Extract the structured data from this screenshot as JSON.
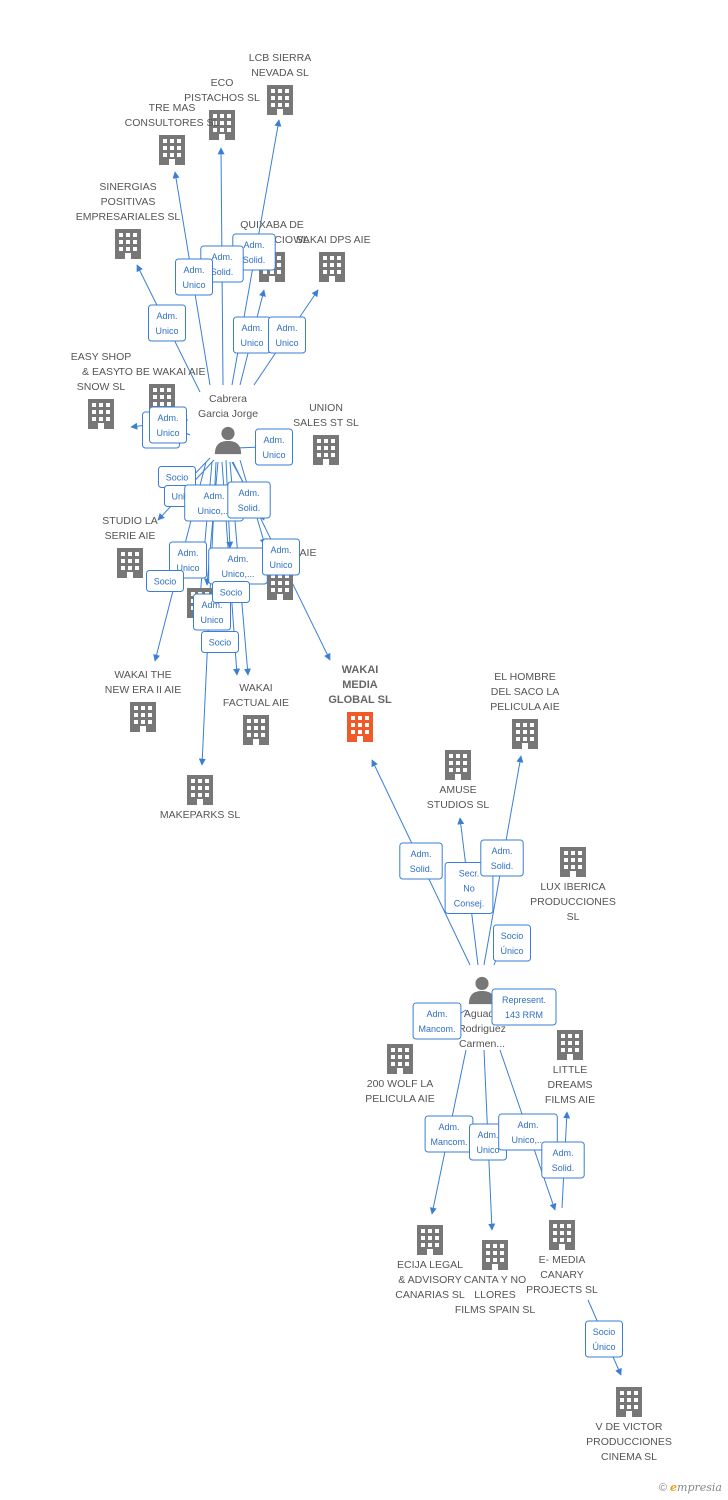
{
  "colors": {
    "edge": "#3a7fd5",
    "building": "#777777",
    "focus": "#f05a28",
    "person": "#777777"
  },
  "brand": {
    "copyright": "©",
    "initial": "e",
    "rest": "mpresia"
  },
  "nodes": [
    {
      "id": "lcb",
      "type": "company",
      "label": [
        "LCB SIERRA",
        "NEVADA  SL"
      ]
    },
    {
      "id": "eco",
      "type": "company",
      "label": [
        "ECO",
        "PISTACHOS  SL"
      ]
    },
    {
      "id": "tremas",
      "type": "company",
      "label": [
        "TRE MAS",
        "CONSULTORES SL"
      ]
    },
    {
      "id": "sinergias",
      "type": "company",
      "label": [
        "SINERGIAS",
        "POSITIVAS",
        "EMPRESARIALES SL"
      ]
    },
    {
      "id": "quixaba",
      "type": "company",
      "label": [
        "QUIXABA DE",
        "COMERCIO SL"
      ]
    },
    {
      "id": "wakaidps",
      "type": "company",
      "label": [
        "WAKAI DPS AIE"
      ]
    },
    {
      "id": "easyshop",
      "type": "company",
      "label": [
        "EASY SHOP",
        "& EASY",
        "SNOW SL"
      ]
    },
    {
      "id": "tobewakai",
      "type": "company",
      "label": [
        "TO BE WAKAI AIE"
      ]
    },
    {
      "id": "cabrera",
      "type": "person",
      "label": [
        "Cabrera",
        "Garcia Jorge"
      ]
    },
    {
      "id": "unionsales",
      "type": "company",
      "label": [
        "UNION",
        "SALES ST SL"
      ]
    },
    {
      "id": "studiola",
      "type": "company",
      "label": [
        "STUDIO LA",
        "SERIE AIE"
      ]
    },
    {
      "id": "hiddenaie",
      "type": "company",
      "label": [
        "AIE"
      ]
    },
    {
      "id": "hidden2",
      "type": "company",
      "label": []
    },
    {
      "id": "wakainewera",
      "type": "company",
      "label": [
        "WAKAI THE",
        "NEW ERA II AIE"
      ]
    },
    {
      "id": "wakaifactual",
      "type": "company",
      "label": [
        "WAKAI",
        "FACTUAL AIE"
      ]
    },
    {
      "id": "wakaimedia",
      "type": "focus",
      "label": [
        "WAKAI",
        "MEDIA",
        "GLOBAL  SL"
      ]
    },
    {
      "id": "makeparks",
      "type": "company",
      "label": [
        "MAKEPARKS  SL"
      ]
    },
    {
      "id": "elhombre",
      "type": "company",
      "label": [
        "EL HOMBRE",
        "DEL SACO LA",
        "PELICULA AIE"
      ]
    },
    {
      "id": "amuse",
      "type": "company",
      "label": [
        "AMUSE",
        "STUDIOS  SL"
      ]
    },
    {
      "id": "luxiberica",
      "type": "company",
      "label": [
        "LUX IBERICA",
        "PRODUCCIONES",
        "SL"
      ]
    },
    {
      "id": "aguado",
      "type": "person",
      "label": [
        "Aguado",
        "Rodriguez",
        "Carmen..."
      ]
    },
    {
      "id": "wolf",
      "type": "company",
      "label": [
        "200 WOLF LA",
        "PELICULA AIE"
      ]
    },
    {
      "id": "littledreams",
      "type": "company",
      "label": [
        "LITTLE",
        "DREAMS",
        "FILMS  AIE"
      ]
    },
    {
      "id": "ecija",
      "type": "company",
      "label": [
        "ECIJA LEGAL",
        "& ADVISORY",
        "CANARIAS  SL"
      ]
    },
    {
      "id": "canta",
      "type": "company",
      "label": [
        "CANTA Y NO",
        "LLORES",
        "FILMS SPAIN  SL"
      ]
    },
    {
      "id": "emedia",
      "type": "company",
      "label": [
        "E- MEDIA",
        "CANARY",
        "PROJECTS  SL"
      ]
    },
    {
      "id": "vdevictor",
      "type": "company",
      "label": [
        "V DE VICTOR",
        "PRODUCCIONES",
        "CINEMA  SL"
      ]
    }
  ],
  "edges": [
    {
      "from": "cabrera",
      "to": "lcb",
      "label": [
        "Adm.",
        "Solid."
      ]
    },
    {
      "from": "cabrera",
      "to": "eco",
      "label": [
        "Adm.",
        "Solid."
      ]
    },
    {
      "from": "cabrera",
      "to": "tremas",
      "label": [
        "Adm.",
        "Unico"
      ]
    },
    {
      "from": "cabrera",
      "to": "sinergias",
      "label": [
        "Adm.",
        "Unico"
      ]
    },
    {
      "from": "cabrera",
      "to": "quixaba",
      "label": [
        "Adm.",
        "Unico"
      ]
    },
    {
      "from": "cabrera",
      "to": "wakaidps",
      "label": [
        "Adm.",
        "Unico"
      ]
    },
    {
      "from": "cabrera",
      "to": "easyshop",
      "label": [
        "Adm.",
        "Unico"
      ]
    },
    {
      "from": "cabrera",
      "to": "tobewakai",
      "label": [
        "Adm.",
        "Unico"
      ]
    },
    {
      "from": "cabrera",
      "to": "unionsales",
      "label": [
        "Adm.",
        "Unico"
      ]
    },
    {
      "from": "cabrera",
      "to": "studiola",
      "label": [
        "Socio"
      ]
    },
    {
      "from": "cabrera",
      "to": "studiola",
      "label": [
        "Unico"
      ]
    },
    {
      "from": "cabrera",
      "to": "hiddenaie",
      "label": [
        "Adm.",
        "Unico,..."
      ]
    },
    {
      "from": "cabrera",
      "to": "hiddenaie",
      "label": [
        "Adm.",
        "Solid."
      ]
    },
    {
      "from": "cabrera",
      "to": "hidden2",
      "label": [
        "Adm.",
        "Unico"
      ]
    },
    {
      "from": "cabrera",
      "to": "wakainewera",
      "label": [
        "Socio"
      ]
    },
    {
      "from": "cabrera",
      "to": "wakainewera",
      "label": [
        "Adm.",
        "Unico"
      ]
    },
    {
      "from": "cabrera",
      "to": "wakaifactual",
      "label": [
        "Adm.",
        "Unico,..."
      ]
    },
    {
      "from": "cabrera",
      "to": "wakaifactual",
      "label": [
        "Socio"
      ]
    },
    {
      "from": "cabrera",
      "to": "makeparks",
      "label": [
        "Adm.",
        "Unico"
      ]
    },
    {
      "from": "cabrera",
      "to": "makeparks",
      "label": [
        "Socio"
      ]
    },
    {
      "from": "cabrera",
      "to": "wakaimedia",
      "label": []
    },
    {
      "from": "aguado",
      "to": "wakaimedia",
      "label": [
        "Adm.",
        "Solid."
      ]
    },
    {
      "from": "aguado",
      "to": "amuse",
      "label": [
        "Secr.",
        "No",
        "Consej."
      ]
    },
    {
      "from": "aguado",
      "to": "elhombre",
      "label": [
        "Adm.",
        "Solid."
      ]
    },
    {
      "from": "aguado",
      "to": "luxiberica",
      "label": [
        "Socio",
        "Único"
      ]
    },
    {
      "from": "aguado",
      "to": "littledreams",
      "label": [
        "Represent.",
        "143 RRM"
      ]
    },
    {
      "from": "aguado",
      "to": "wolf",
      "label": [
        "Adm.",
        "Mancom."
      ]
    },
    {
      "from": "aguado",
      "to": "ecija",
      "label": [
        "Adm.",
        "Mancom."
      ]
    },
    {
      "from": "aguado",
      "to": "canta",
      "label": [
        "Adm.",
        "Unico"
      ]
    },
    {
      "from": "aguado",
      "to": "emedia",
      "label": [
        "Adm.",
        "Unico,..."
      ]
    },
    {
      "from": "emedia",
      "to": "littledreams",
      "label": [
        "Adm.",
        "Solid."
      ]
    },
    {
      "from": "emedia",
      "to": "vdevictor",
      "label": [
        "Socio",
        "Único"
      ]
    }
  ]
}
